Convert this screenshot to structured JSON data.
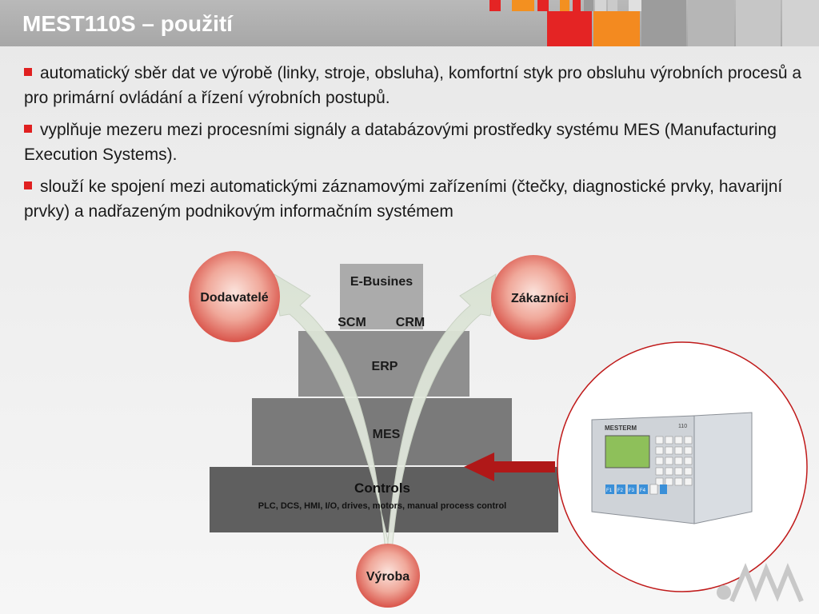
{
  "slide": {
    "title": "MEST110S – použití",
    "bullets": [
      "automatický sběr dat ve výrobě (linky, stroje, obsluha), komfortní styk pro obsluhu výrobních procesů a pro primární ovládání a řízení výrobních postupů.",
      "vyplňuje mezeru mezi procesními signály a databázovými prostředky systému MES (Manufacturing Execution Systems).",
      "slouží ke spojení mezi automatickými záznamovými zařízeními (čtečky, diagnostické prvky, havarijní prvky) a nadřazeným podnikovým informačním systémem"
    ]
  },
  "diagram": {
    "levels": {
      "top": "E-Busines",
      "scm": "SCM",
      "crm": "CRM",
      "erp": "ERP",
      "mes": "MES",
      "controls": "Controls",
      "controls_sub": "PLC, DCS, HMI, I/O, drives, motors, manual process control"
    },
    "circles": {
      "suppliers": "Dodavatelé",
      "customers": "Zákazníci",
      "production": "Výroba"
    },
    "device": {
      "brand": "MESTERM",
      "model": "110",
      "keys": [
        "F1",
        "F2",
        "F3",
        "F4"
      ]
    }
  },
  "colors": {
    "accent_red": "#e02020",
    "accent_orange": "#f39020",
    "title_bar": "#aaaaaa"
  }
}
